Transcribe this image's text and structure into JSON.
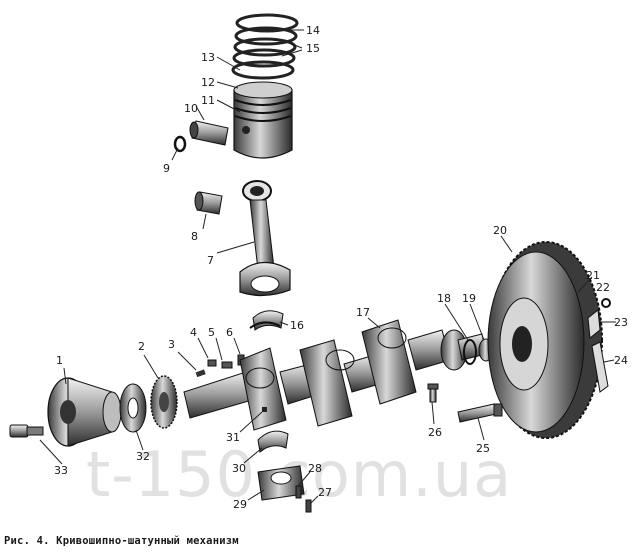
{
  "figure": {
    "caption": "Рис. 4. Кривошипно-шатунный механизм",
    "watermark": "t-150.com.ua"
  },
  "callouts": [
    "1",
    "2",
    "3",
    "4",
    "5",
    "6",
    "7",
    "8",
    "9",
    "10",
    "11",
    "12",
    "13",
    "14",
    "15",
    "16",
    "17",
    "18",
    "19",
    "20",
    "21",
    "22",
    "23",
    "24",
    "25",
    "26",
    "27",
    "28",
    "29",
    "30",
    "31",
    "32",
    "33"
  ]
}
